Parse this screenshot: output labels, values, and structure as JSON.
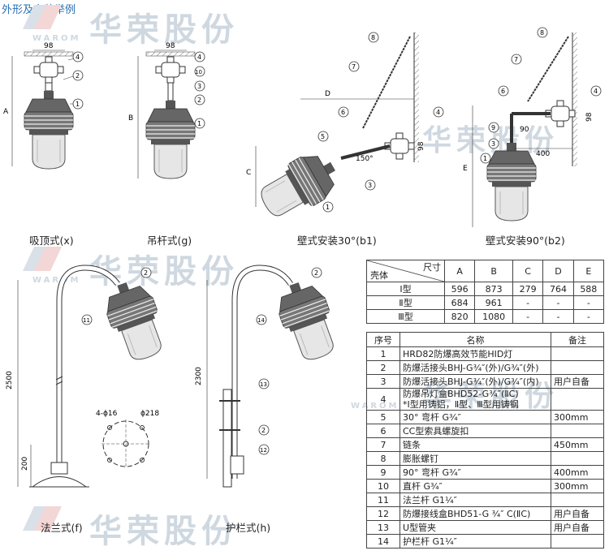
{
  "title": "外形及安装举例",
  "watermark": {
    "brand": "华荣股份",
    "sub": "WAROM"
  },
  "captions": {
    "x": "吸顶式(x)",
    "g": "吊杆式(g)",
    "b1": "壁式安装30°(b1)",
    "b2": "壁式安装90°(b2)",
    "f": "法兰式(f)",
    "h": "护栏式(h)"
  },
  "drawing_labels": {
    "w98": "98",
    "A": "A",
    "B": "B",
    "C": "C",
    "D": "D",
    "E": "E",
    "angle150": "150°",
    "angle90": "90",
    "d400": "400",
    "h2500": "2500",
    "h200": "200",
    "h2300": "2300",
    "holes": "4-ϕ16",
    "pcd": "ϕ218"
  },
  "dims_table": {
    "corner_top": "尺寸",
    "corner_bottom": "壳体",
    "headers": [
      "A",
      "B",
      "C",
      "D",
      "E"
    ],
    "rows": [
      {
        "type": "Ⅰ型",
        "values": [
          "596",
          "873",
          "279",
          "764",
          "588"
        ]
      },
      {
        "type": "Ⅱ型",
        "values": [
          "684",
          "961",
          "-",
          "-",
          "-"
        ]
      },
      {
        "type": "Ⅲ型",
        "values": [
          "820",
          "1080",
          "-",
          "-",
          "-"
        ]
      }
    ]
  },
  "parts_table": {
    "headers": [
      "序号",
      "名称",
      "备注"
    ],
    "rows": [
      {
        "no": "1",
        "name": "HRD82防爆高效节能HID灯",
        "note": ""
      },
      {
        "no": "2",
        "name": "防爆活接头BHJ-G¾″(外)/G¾″(外)",
        "note": ""
      },
      {
        "no": "3",
        "name": "防爆活接头BHJ-G¾″(外)/G¾″(内)",
        "note": "用户自备"
      },
      {
        "no": "4",
        "name": "防爆吊灯盒BHD52-G¾″(ⅡC)",
        "name2": "*Ⅰ型用铸铝，Ⅱ型、Ⅲ型用铸钢",
        "note": ""
      },
      {
        "no": "5",
        "name": "30° 弯杆 G¾″",
        "note": "300mm"
      },
      {
        "no": "6",
        "name": "CC型索具螺旋扣",
        "note": ""
      },
      {
        "no": "7",
        "name": "链条",
        "note": "450mm"
      },
      {
        "no": "8",
        "name": "膨胀螺钉",
        "note": ""
      },
      {
        "no": "9",
        "name": "90° 弯杆 G¾″",
        "note": "400mm"
      },
      {
        "no": "10",
        "name": "直杆 G¾″",
        "note": "300mm"
      },
      {
        "no": "11",
        "name": "法兰杆 G1¼″",
        "note": ""
      },
      {
        "no": "12",
        "name": "防爆接线盒BHD51-G ¾″ C(ⅡC)",
        "note": "用户自备"
      },
      {
        "no": "13",
        "name": "U型管夹",
        "note": "用户自备"
      },
      {
        "no": "14",
        "name": "护栏杆 G1¼″",
        "note": ""
      }
    ]
  },
  "colors": {
    "title": "#2a6fb0",
    "watermark": "#cfd8e0"
  }
}
